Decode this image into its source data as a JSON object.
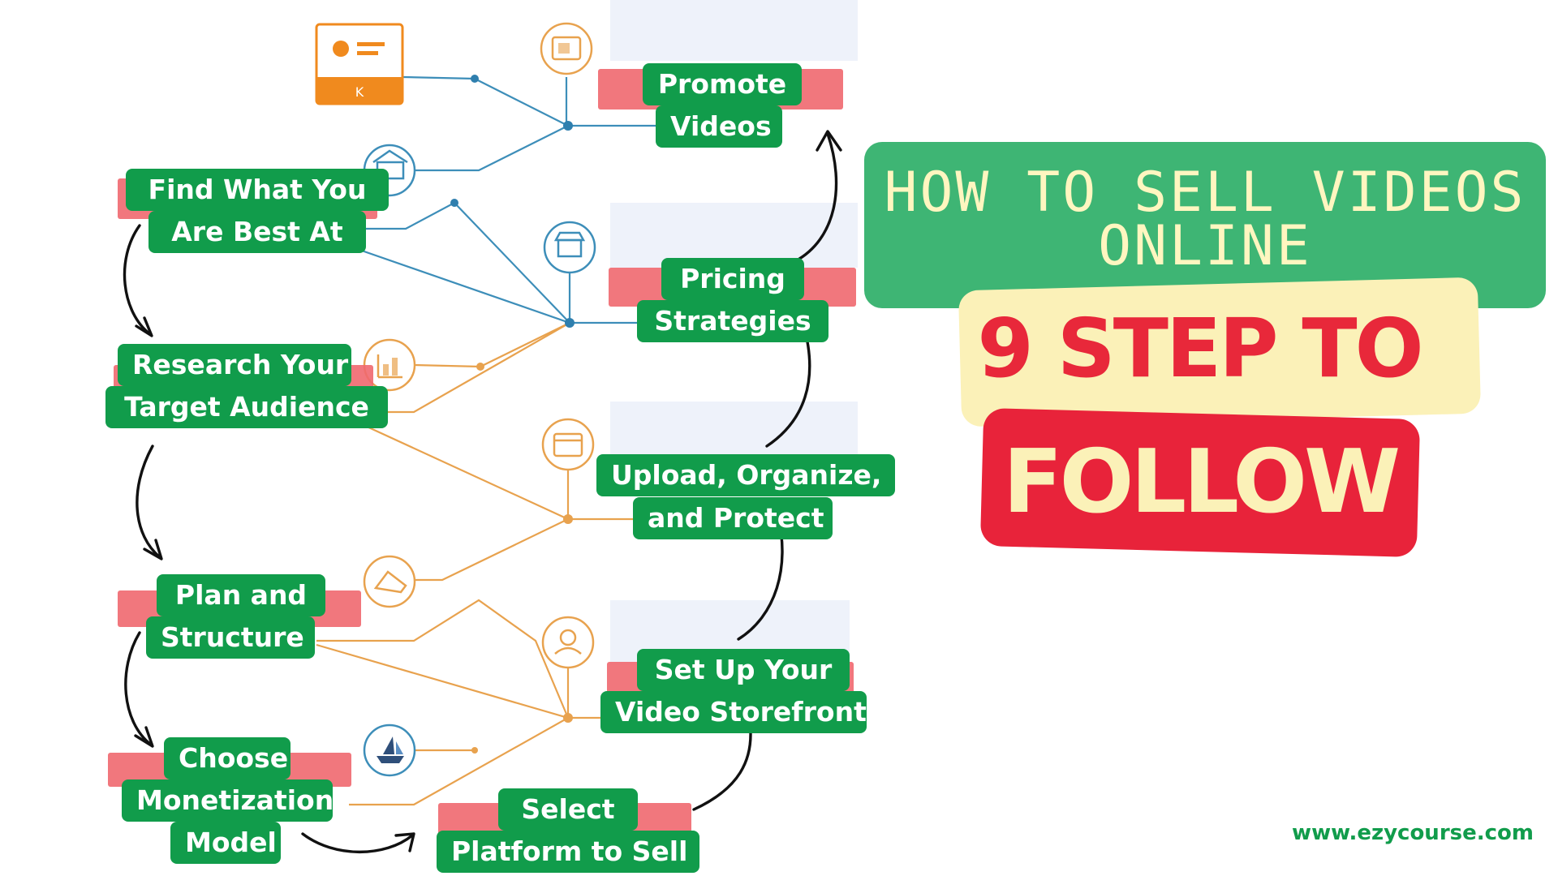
{
  "colors": {
    "label_bg": "#119c4b",
    "label_text": "#ffffff",
    "highlight": "#f0686f",
    "blue_line": "#3d8eb9",
    "orange_line": "#e8a24e",
    "arrow": "#111111",
    "title_panel": "#3eb574",
    "title_text": "#fff6c0",
    "banner_yellow": "#fbf1b8",
    "banner_red": "#e8233a"
  },
  "header": {
    "title_line1": "HOW TO SELL VIDEOS",
    "title_line2": "ONLINE",
    "subtitle_line1": "9 STEP TO",
    "subtitle_line2": "FOLLOW"
  },
  "steps": {
    "find": {
      "line1": "Find What You",
      "line2": "Are Best At"
    },
    "research": {
      "line1": "Research Your",
      "line2": "Target Audience"
    },
    "plan": {
      "line1": "Plan and",
      "line2": "Structure"
    },
    "choose": {
      "line1": "Choose",
      "line2": "Monetization",
      "line3": "Model"
    },
    "select": {
      "line1": "Select",
      "line2": "Platform to Sell"
    },
    "setup": {
      "line1": "Set Up Your",
      "line2": "Video Storefront"
    },
    "upload": {
      "line1": "Upload, Organize,",
      "line2": "and Protect"
    },
    "pricing": {
      "line1": "Pricing",
      "line2": "Strategies"
    },
    "promote": {
      "line1": "Promote",
      "line2": "Videos"
    }
  },
  "icons": [
    "video-card-icon",
    "store-icon",
    "shop-icon",
    "chart-icon",
    "browser-icon",
    "hand-icon",
    "person-icon",
    "ship-icon",
    "media-icon"
  ],
  "footer": {
    "website": "www.ezycourse.com"
  }
}
